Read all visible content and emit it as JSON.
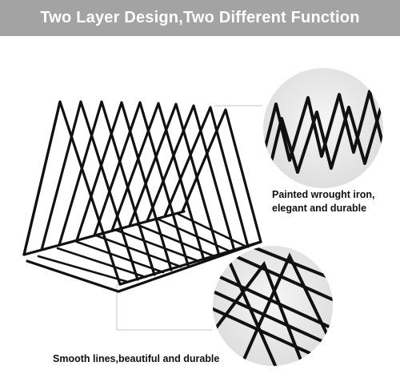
{
  "banner": {
    "title": "Two Layer Design,Two Different Function",
    "background": "#a3a3a3"
  },
  "product": {
    "name": "triangle-wire-file-organizer",
    "color": "#111111"
  },
  "callouts": [
    {
      "line1": "Painted wrought iron,",
      "line2": "elegant and durable"
    },
    {
      "line1": "Smooth lines,beautiful and durable"
    }
  ],
  "colors": {
    "leader_line": "#c4c4c4",
    "circle_bg": "#ececec"
  }
}
